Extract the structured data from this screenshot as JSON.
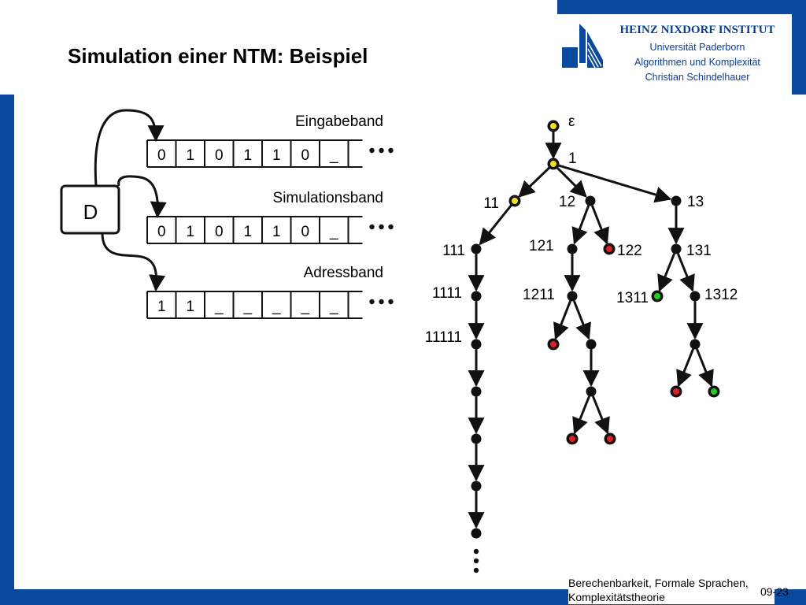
{
  "header": {
    "institute": "HEINZ NIXDORF INSTITUT",
    "university": "Universität Paderborn",
    "group": "Algorithmen und Komplexität",
    "author": "Christian Schindelhauer"
  },
  "title": "Simulation einer NTM: Beispiel",
  "footer": {
    "course_line1": "Berechenbarkeit, Formale Sprachen,",
    "course_line2": "Komplexitätstheorie",
    "page": "09-23"
  },
  "machine_label": "D",
  "tapes": [
    {
      "label": "Eingabeband",
      "cells": [
        "0",
        "1",
        "0",
        "1",
        "1",
        "0",
        "_"
      ]
    },
    {
      "label": "Simulationsband",
      "cells": [
        "0",
        "1",
        "0",
        "1",
        "1",
        "0",
        "_"
      ]
    },
    {
      "label": "Adressband",
      "cells": [
        "1",
        "1",
        "_",
        "_",
        "_",
        "_",
        "_"
      ]
    }
  ],
  "colors": {
    "accent": "#0a4a9e",
    "yellow": "#f0e020",
    "red": "#e02020",
    "green": "#20d020",
    "node": "#111111"
  },
  "tree": {
    "nodes": [
      {
        "id": "root",
        "label": "ε",
        "color": "yellow"
      },
      {
        "id": "n1",
        "label": "1",
        "color": "yellow"
      },
      {
        "id": "n11",
        "label": "11",
        "color": "yellow"
      },
      {
        "id": "n12",
        "label": "12",
        "color": "black"
      },
      {
        "id": "n13",
        "label": "13",
        "color": "black"
      },
      {
        "id": "n111",
        "label": "111",
        "color": "black"
      },
      {
        "id": "n121",
        "label": "121",
        "color": "black"
      },
      {
        "id": "n122",
        "label": "122",
        "color": "red"
      },
      {
        "id": "n131",
        "label": "131",
        "color": "black"
      },
      {
        "id": "n1111",
        "label": "1111",
        "color": "black"
      },
      {
        "id": "n1211",
        "label": "1211",
        "color": "black"
      },
      {
        "id": "n1311",
        "label": "1311",
        "color": "green"
      },
      {
        "id": "n1312",
        "label": "1312",
        "color": "black"
      },
      {
        "id": "n11111",
        "label": "11111",
        "color": "black"
      },
      {
        "id": "a5",
        "label": "",
        "color": "black"
      },
      {
        "id": "a6",
        "label": "",
        "color": "black"
      },
      {
        "id": "a7",
        "label": "",
        "color": "black"
      },
      {
        "id": "a8",
        "label": "",
        "color": "black"
      },
      {
        "id": "b1",
        "label": "",
        "color": "red"
      },
      {
        "id": "b2",
        "label": "",
        "color": "black"
      },
      {
        "id": "b3",
        "label": "",
        "color": "black"
      },
      {
        "id": "b4",
        "label": "",
        "color": "red"
      },
      {
        "id": "b5",
        "label": "",
        "color": "red"
      },
      {
        "id": "c1",
        "label": "",
        "color": "black"
      },
      {
        "id": "c2",
        "label": "",
        "color": "red"
      },
      {
        "id": "c3",
        "label": "",
        "color": "green"
      }
    ],
    "edges": [
      [
        "root",
        "n1"
      ],
      [
        "n1",
        "n11"
      ],
      [
        "n1",
        "n12"
      ],
      [
        "n1",
        "n13"
      ],
      [
        "n11",
        "n111"
      ],
      [
        "n12",
        "n121"
      ],
      [
        "n12",
        "n122"
      ],
      [
        "n13",
        "n131"
      ],
      [
        "n111",
        "n1111"
      ],
      [
        "n121",
        "n1211"
      ],
      [
        "n131",
        "n1311"
      ],
      [
        "n131",
        "n1312"
      ],
      [
        "n1111",
        "n11111"
      ],
      [
        "n11111",
        "a5"
      ],
      [
        "a5",
        "a6"
      ],
      [
        "a6",
        "a7"
      ],
      [
        "a7",
        "a8"
      ],
      [
        "n1211",
        "b1"
      ],
      [
        "n1211",
        "b2"
      ],
      [
        "b2",
        "b3"
      ],
      [
        "b3",
        "b4"
      ],
      [
        "b3",
        "b5"
      ],
      [
        "n1312",
        "c1"
      ],
      [
        "c1",
        "c2"
      ],
      [
        "c1",
        "c3"
      ]
    ]
  }
}
